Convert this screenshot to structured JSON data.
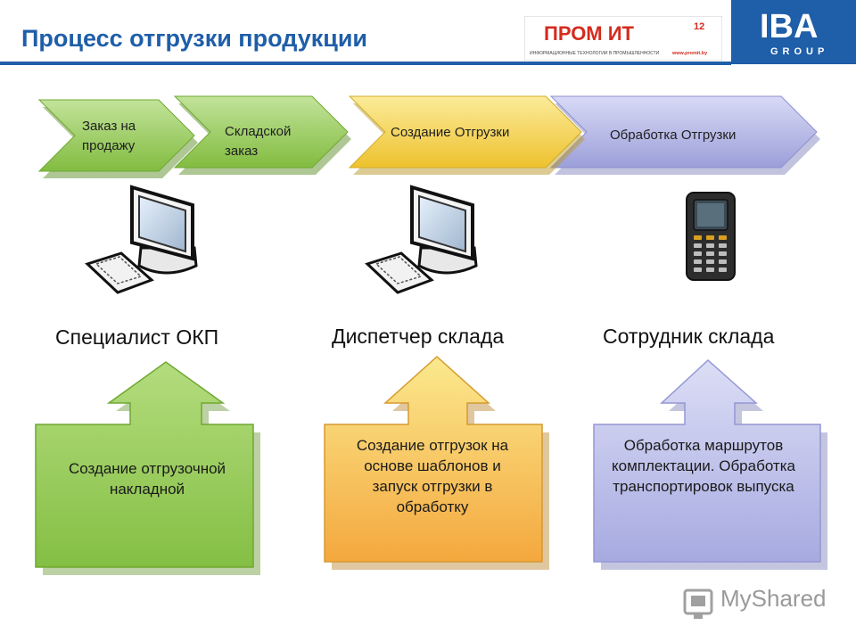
{
  "title": "Процесс отгрузки продукции",
  "logos": {
    "promit_main": "ПРОМ ИТ",
    "promit_number": "12",
    "promit_tagline": "ИНФОРМАЦИОННЫЕ ТЕХНОЛОГИИ В ПРОМЫШЛЕННОСТИ",
    "promit_url": "www.promit.by",
    "iba_main": "IBA",
    "iba_sub": "GROUP"
  },
  "stages": [
    {
      "label": "Заказ на продажу",
      "color": "#9ccf5a"
    },
    {
      "label": "Складской заказ",
      "color": "#9ccf5a"
    },
    {
      "label": "Создание Отгрузки",
      "color": "#f3d34a"
    },
    {
      "label": "Обработка Отгрузки",
      "color": "#b4b6e6"
    }
  ],
  "roles": [
    {
      "label": "Специалист ОКП",
      "device": "desktop-computer"
    },
    {
      "label": "Диспетчер склада",
      "device": "desktop-computer"
    },
    {
      "label": "Сотрудник склада",
      "device": "handheld-scanner"
    }
  ],
  "tasks": [
    {
      "text": "Создание отгрузочной накладной",
      "color": "#92c957"
    },
    {
      "text": "Создание отгрузок на основе шаблонов и запуск отгрузки в обработку",
      "color": "#f6c555"
    },
    {
      "text": "Обработка маршрутов комплектации. Обработка транспортировок выпуска",
      "color": "#b4b6e6"
    }
  ],
  "watermark": "MyShared"
}
